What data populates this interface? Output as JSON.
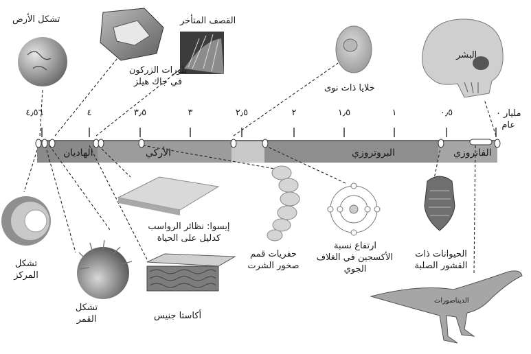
{
  "axis": {
    "unit_line1": "مليار ٠",
    "unit_line2": "عام",
    "ticks": [
      "٤٫٥٦",
      "٤",
      "٣٫٥",
      "٣",
      "٢٫٥",
      "٢",
      "١٫٥",
      "١",
      "٠٫٥"
    ]
  },
  "eons": [
    {
      "name": "الهاديان"
    },
    {
      "name": "الأركي"
    },
    {
      "name": "البروتروزي"
    },
    {
      "name": "الفانروزي"
    }
  ],
  "events_top": {
    "earth_formation": "تشكل الأرض",
    "zircon_1": "بلورات الزركون",
    "zircon_2": "في جاك هيلز",
    "bombardment": "القصف المتأخر",
    "eukaryotes": "خلايا ذات نوى",
    "humans": "البشر"
  },
  "events_bottom": {
    "core_1": "تشكل",
    "core_2": "المركز",
    "moon_1": "تشكل",
    "moon_2": "القمر",
    "isua_1": "إيسوا: نظائر الرواسب",
    "isua_2": "كدليل على الحياة",
    "acasta": "أكاستا جنيس",
    "chert_1": "حفريات قمم",
    "chert_2": "صخور الشرت",
    "oxygen_1": "ارتفاع نسبة",
    "oxygen_2": "الأكسجين في الغلاف",
    "oxygen_3": "الجوي",
    "shells_1": "الحيوانات ذات",
    "shells_2": "القشور الصلبة",
    "dinosaurs": "الديناصورات"
  }
}
